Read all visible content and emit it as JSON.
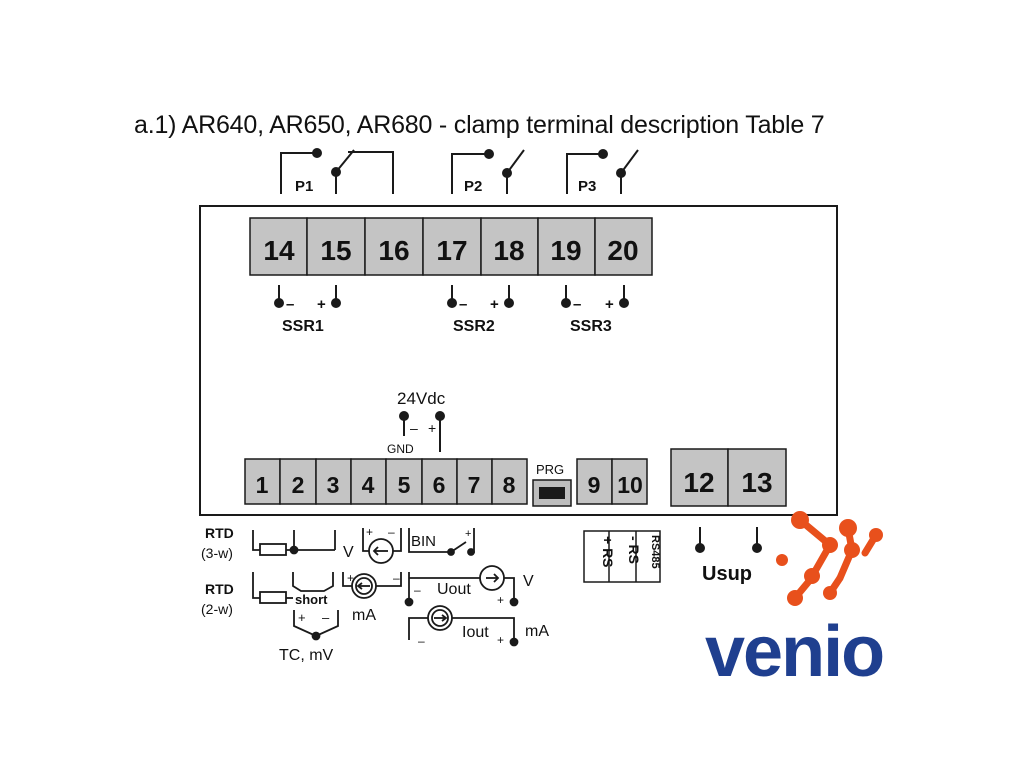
{
  "title": "a.1) AR640, AR650, AR680 - clamp terminal description Table 7",
  "colors": {
    "terminal_fill": "#c4c4c4",
    "line": "#1a1a1a",
    "logo_blue": "#1f3f8f",
    "logo_orange": "#e8501c"
  },
  "top_terminals": [
    "14",
    "15",
    "16",
    "17",
    "18",
    "19",
    "20"
  ],
  "bottom_terminals": [
    "1",
    "2",
    "3",
    "4",
    "5",
    "6",
    "7",
    "8"
  ],
  "rs_terminals": [
    "9",
    "10"
  ],
  "supply_terminals": [
    "12",
    "13"
  ],
  "relays": [
    "P1",
    "P2",
    "P3"
  ],
  "ssr": {
    "labels": [
      "SSR1",
      "SSR2",
      "SSR3"
    ],
    "minus": "–",
    "plus": "+"
  },
  "supply24": {
    "label": "24Vdc",
    "gnd": "GND",
    "minus": "–",
    "plus": "+"
  },
  "prg_label": "PRG",
  "rs": {
    "plus": "+ RS",
    "minus": "- RS",
    "bus": "RS485"
  },
  "usup_label": "Usup",
  "inputs": {
    "rtd": "RTD",
    "three_wire": "(3-w)",
    "two_wire": "(2-w)",
    "short": "short",
    "tc": "TC, mV",
    "v": "V",
    "ma": "mA",
    "bin": "BIN",
    "uout": "Uout",
    "iout": "Iout",
    "v_out": "V",
    "ma_out": "mA",
    "plus": "+",
    "minus": "–"
  },
  "logo": {
    "text": "venio"
  }
}
